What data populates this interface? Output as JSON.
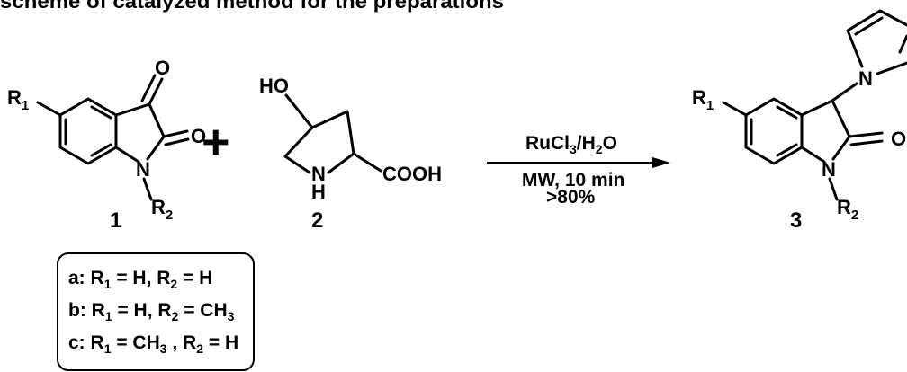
{
  "header": {
    "title_fragment": "scheme of catalyzed method for the preparations"
  },
  "compound_1": {
    "number": "1",
    "substituent_r1": "R",
    "substituent_r1_sub": "1",
    "substituent_r2": "R",
    "substituent_r2_sub": "2",
    "oxygen_top": "O",
    "oxygen_right": "O",
    "nitrogen": "N"
  },
  "plus_sign": "+",
  "compound_2": {
    "number": "2",
    "hydroxyl": "HO",
    "nitrogen": "N",
    "nitrogen_h": "H",
    "carboxyl": "COOH"
  },
  "conditions": {
    "catalyst_part1": "RuCl",
    "catalyst_sub1": "3",
    "catalyst_part2": "/H",
    "catalyst_sub2": "2",
    "catalyst_part3": "O",
    "line2": "MW, 10 min",
    "line3": ">80%"
  },
  "compound_3": {
    "number": "3",
    "substituent_r1": "R",
    "substituent_r1_sub": "1",
    "substituent_r2": "R",
    "substituent_r2_sub": "2",
    "nitrogen_ring": "N",
    "nitrogen_pyrrole": "N",
    "oxygen_cut": "O"
  },
  "legend": {
    "rows": [
      {
        "label": "a: R",
        "s1": "1",
        "mid": " = H, R",
        "s2": "2",
        "end": " = H",
        "s3": "",
        "end2": ""
      },
      {
        "label": "b: R",
        "s1": "1",
        "mid": " = H, R",
        "s2": "2",
        "end": " = CH",
        "s3": "3",
        "end2": ""
      },
      {
        "label": "c: R",
        "s1": "1",
        "mid": " = CH",
        "s2": "3",
        "end": " , R",
        "s3": "2",
        "end2": " = H"
      }
    ]
  }
}
